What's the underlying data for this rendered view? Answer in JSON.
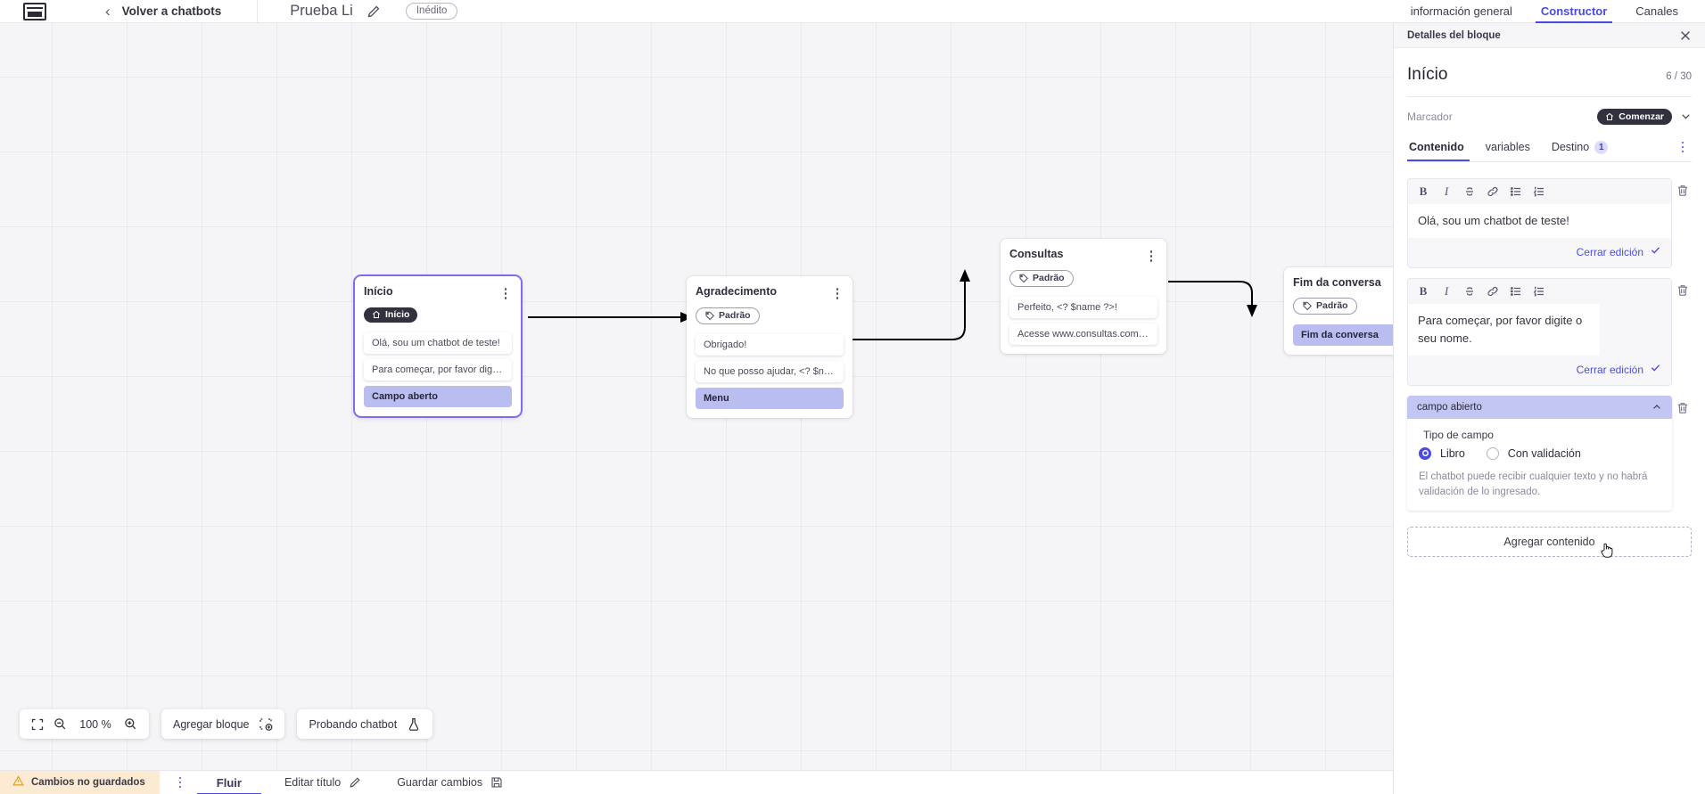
{
  "topbar": {
    "logo_name": "via-logo",
    "back_label": "Volver a chatbots",
    "bot_title": "Prueba Li",
    "edit_icon": "pencil-icon",
    "status_badge": "Inédito",
    "nav": [
      {
        "label": "información general",
        "active": false
      },
      {
        "label": "Constructor",
        "active": true
      },
      {
        "label": "Canales",
        "active": false
      }
    ]
  },
  "canvas": {
    "zoom_level": "100 %",
    "tools": {
      "fit_icon": "fit-screen-icon",
      "zoom_out_icon": "zoom-out-icon",
      "zoom_in_icon": "zoom-in-icon",
      "add_block_label": "Agregar bloque",
      "add_block_icon": "add-block-icon",
      "test_bot_label": "Probando chatbot",
      "test_bot_icon": "flask-icon"
    },
    "nodes": [
      {
        "id": "inicio",
        "title": "Início",
        "tag": {
          "label": "Início",
          "style": "dark",
          "icon": "home-icon"
        },
        "selected": true,
        "rows": [
          {
            "text": "Olá, sou um chatbot de teste!",
            "accent": false
          },
          {
            "text": "Para começar, por favor digite o ...",
            "accent": false
          },
          {
            "text": "Campo aberto",
            "accent": true
          }
        ]
      },
      {
        "id": "agradecimento",
        "title": "Agradecimento",
        "tag": {
          "label": "Padrão",
          "style": "outline",
          "icon": "tag-icon"
        },
        "selected": false,
        "rows": [
          {
            "text": "Obrigado!",
            "accent": false
          },
          {
            "text": "No que posso ajudar, <? $name ...",
            "accent": false
          },
          {
            "text": "Menu",
            "accent": true
          }
        ]
      },
      {
        "id": "consultas",
        "title": "Consultas",
        "tag": {
          "label": "Padrão",
          "style": "outline",
          "icon": "tag-icon"
        },
        "selected": false,
        "rows": [
          {
            "text": "Perfeito, <? $name ?>!",
            "accent": false
          },
          {
            "text": "Acesse www.consultas.com par...",
            "accent": false
          }
        ]
      },
      {
        "id": "fim",
        "title": "Fim da conversa",
        "tag": {
          "label": "Padrão",
          "style": "outline",
          "icon": "tag-icon"
        },
        "selected": false,
        "rows": [
          {
            "text": "Fim da conversa",
            "accent": true
          }
        ]
      }
    ]
  },
  "bottombar": {
    "unsaved_label": "Cambios no guardados",
    "warning_icon": "warning-triangle-icon",
    "overflow_icon": "more-vertical-icon",
    "flow_tab": "Fluir",
    "edit_title_label": "Editar título",
    "edit_title_icon": "pencil-icon",
    "save_label": "Guardar cambios",
    "save_icon": "save-disk-icon"
  },
  "panel": {
    "header_label": "Detalles del bloque",
    "close_icon": "close-icon",
    "title": "Início",
    "count": "6 / 30",
    "marcador_label": "Marcador",
    "marcador_badge": "Comenzar",
    "marcador_badge_icon": "home-icon",
    "marcador_chevron": "chevron-down-icon",
    "tabs": [
      {
        "label": "Contenido",
        "active": true,
        "badge": null
      },
      {
        "label": "variables",
        "active": false,
        "badge": null
      },
      {
        "label": "Destino",
        "active": false,
        "badge": "1"
      }
    ],
    "tabs_overflow_icon": "more-vertical-icon",
    "editor_toolbar": [
      "bold-icon",
      "italic-icon",
      "strikethrough-icon",
      "link-icon",
      "bullet-list-icon",
      "numbered-list-icon"
    ],
    "blocks": [
      {
        "text": "Olá, sou um chatbot de teste!",
        "close_label": "Cerrar edición",
        "check_icon": "check-icon",
        "delete_icon": "trash-icon"
      },
      {
        "text": "Para começar, por favor digite o seu nome.",
        "close_label": "Cerrar edición",
        "check_icon": "check-icon",
        "delete_icon": "trash-icon"
      }
    ],
    "field_card": {
      "header": "campo abierto",
      "collapse_icon": "chevron-up-icon",
      "delete_icon": "trash-icon",
      "type_label": "Tipo de campo",
      "options": [
        {
          "label": "Libro",
          "selected": true
        },
        {
          "label": "Con validación",
          "selected": false
        }
      ],
      "help_text": "El chatbot puede recibir cualquier texto y no habrá validación de lo ingresado."
    },
    "add_content_label": "Agregar contenido",
    "cursor_icon": "pointer-hand-icon"
  },
  "colors": {
    "accent": "#4b4be0",
    "node_accent_row": "#b9bdf0",
    "unsaved_bg": "#fcebd2",
    "canvas_bg": "#f5f5f7",
    "dark_badge": "#32323f"
  }
}
